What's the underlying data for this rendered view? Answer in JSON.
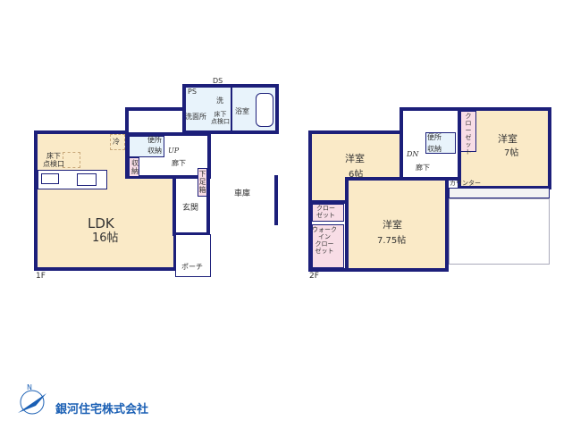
{
  "colors": {
    "wall": "#1c1f7a",
    "room": "#faeac7",
    "wet": "#e8f3fb",
    "storage": "#f8dde6",
    "logo": "#1a5fb4"
  },
  "floor1": {
    "label": "1F",
    "ds": "DS",
    "ps": "PS",
    "washer": "洗",
    "washroom": "洗面所",
    "floor_hatch_wash": "床下\n点検口",
    "bath": "浴室",
    "toilet": "便所",
    "storage_toilet": "収納",
    "up": "UP",
    "storage": "収納",
    "fridge": "冷",
    "floor_hatch_ldk": "床下\n点検口",
    "hall": "廊下",
    "shoe": "下足箱",
    "ldk": "LDK",
    "ldk_size": "16帖",
    "entrance": "玄関",
    "porch": "ポーチ",
    "garage": "車庫"
  },
  "floor2": {
    "label": "2F",
    "room6": "洋室",
    "room6_size": "6帖",
    "room7": "洋室",
    "room7_size": "7帖",
    "room775": "洋室",
    "room775_size": "7.75帖",
    "closet_a": "クローゼット",
    "closet_b": "クロー\nゼット",
    "wic": "ウォーク\nイン\nクロー\nゼット",
    "toilet": "便所",
    "storage": "収納",
    "dn": "DN",
    "hall": "廊下",
    "counter": "カウンター"
  },
  "logo": {
    "company": "銀河住宅株式会社",
    "north": "N"
  }
}
